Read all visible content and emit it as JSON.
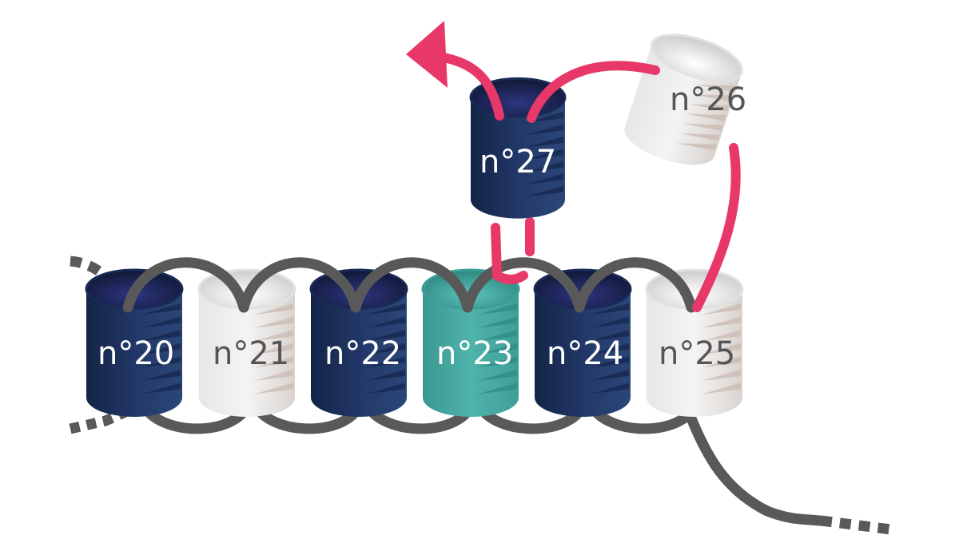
{
  "colors": {
    "dark": "#1f3461",
    "light": "#ececec",
    "teal": "#45aaa2",
    "pink": "#e8386a",
    "wire": "#595959",
    "dark_text": "#ffffff",
    "light_text": "#555555"
  },
  "helices": [
    {
      "id": "n20",
      "label": "n°20",
      "tone": "dark"
    },
    {
      "id": "n21",
      "label": "n°21",
      "tone": "light"
    },
    {
      "id": "n22",
      "label": "n°22",
      "tone": "dark"
    },
    {
      "id": "n23",
      "label": "n°23",
      "tone": "teal"
    },
    {
      "id": "n24",
      "label": "n°24",
      "tone": "dark"
    },
    {
      "id": "n25",
      "label": "n°25",
      "tone": "light"
    },
    {
      "id": "n26",
      "label": "n°26",
      "tone": "light"
    },
    {
      "id": "n27",
      "label": "n°27",
      "tone": "dark"
    }
  ]
}
